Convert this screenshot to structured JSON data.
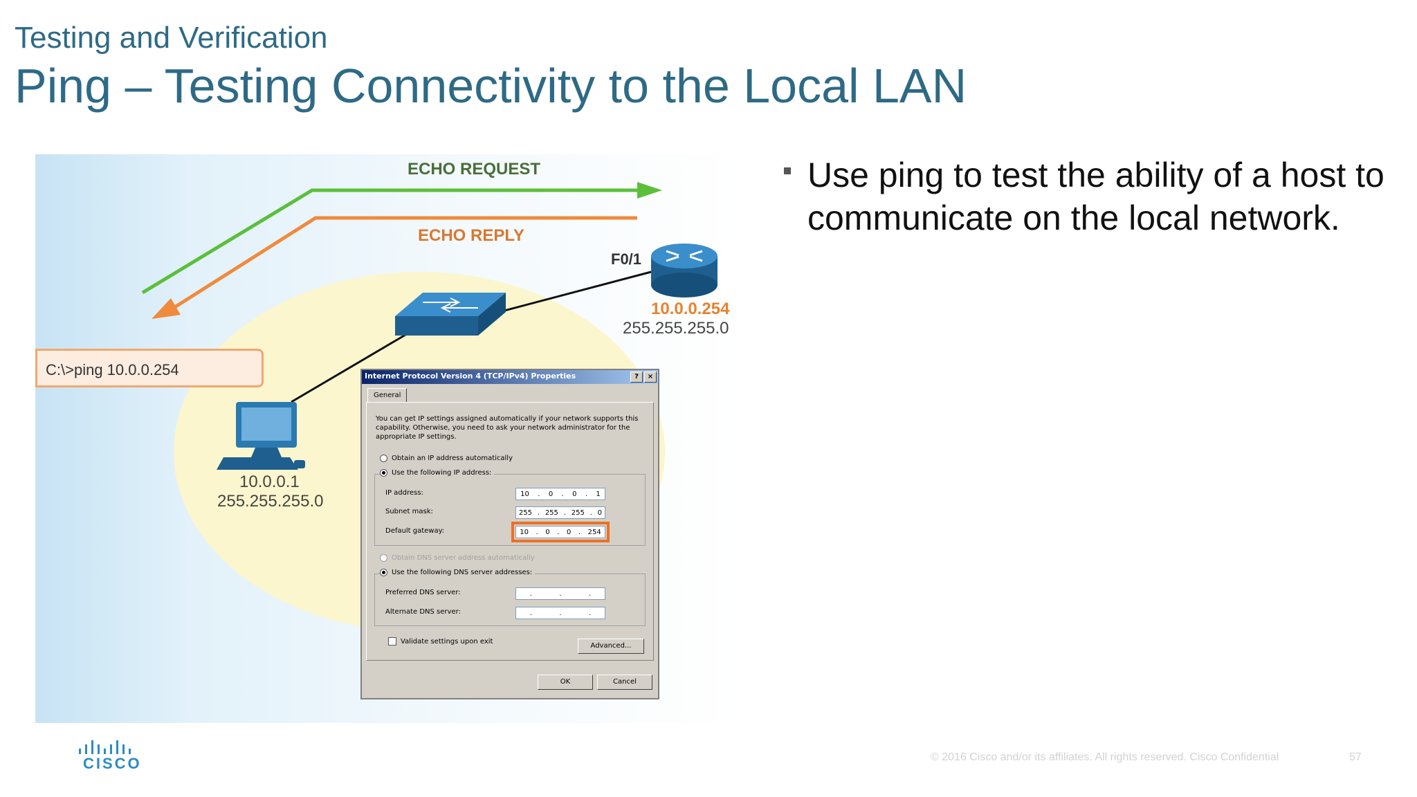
{
  "header": {
    "subtitle": "Testing and Verification",
    "title": "Ping – Testing Connectivity to the Local LAN"
  },
  "diagram": {
    "echo_request": "ECHO REQUEST",
    "echo_reply": "ECHO REPLY",
    "router_interface": "F0/1",
    "router_ip": "10.0.0.254",
    "router_mask": "255.255.255.0",
    "host_ip": "10.0.0.1",
    "host_mask": "255.255.255.0",
    "command": "C:\\>ping 10.0.0.254",
    "colors": {
      "request": "#5bbf3a",
      "reply": "#f08a3c",
      "device": "#2a79b0"
    }
  },
  "dialog": {
    "title": "Internet Protocol Version 4 (TCP/IPv4) Properties",
    "help_btn": "?",
    "close_btn": "×",
    "tab": "General",
    "description": "You can get IP settings assigned automatically if your network supports this capability. Otherwise, you need to ask your network administrator for the appropriate IP settings.",
    "opt_auto_ip": "Obtain an IP address automatically",
    "opt_manual_ip": "Use the following IP address:",
    "ip_label": "IP address:",
    "ip_value": [
      "10",
      "0",
      "0",
      "1"
    ],
    "mask_label": "Subnet mask:",
    "mask_value": [
      "255",
      "255",
      "255",
      "0"
    ],
    "gateway_label": "Default gateway:",
    "gateway_value": [
      "10",
      "0",
      "0",
      "254"
    ],
    "opt_auto_dns": "Obtain DNS server address automatically",
    "opt_manual_dns": "Use the following DNS server addresses:",
    "pref_dns_label": "Preferred DNS server:",
    "alt_dns_label": "Alternate DNS server:",
    "validate_label": "Validate settings upon exit",
    "advanced_btn": "Advanced...",
    "ok_btn": "OK",
    "cancel_btn": "Cancel"
  },
  "bullet": {
    "text": "Use ping to test the ability of a host to communicate on the local network."
  },
  "footer": {
    "logo_text": "CISCO",
    "copyright": "© 2016  Cisco and/or its affiliates. All rights reserved.   Cisco Confidential",
    "page": "57"
  }
}
